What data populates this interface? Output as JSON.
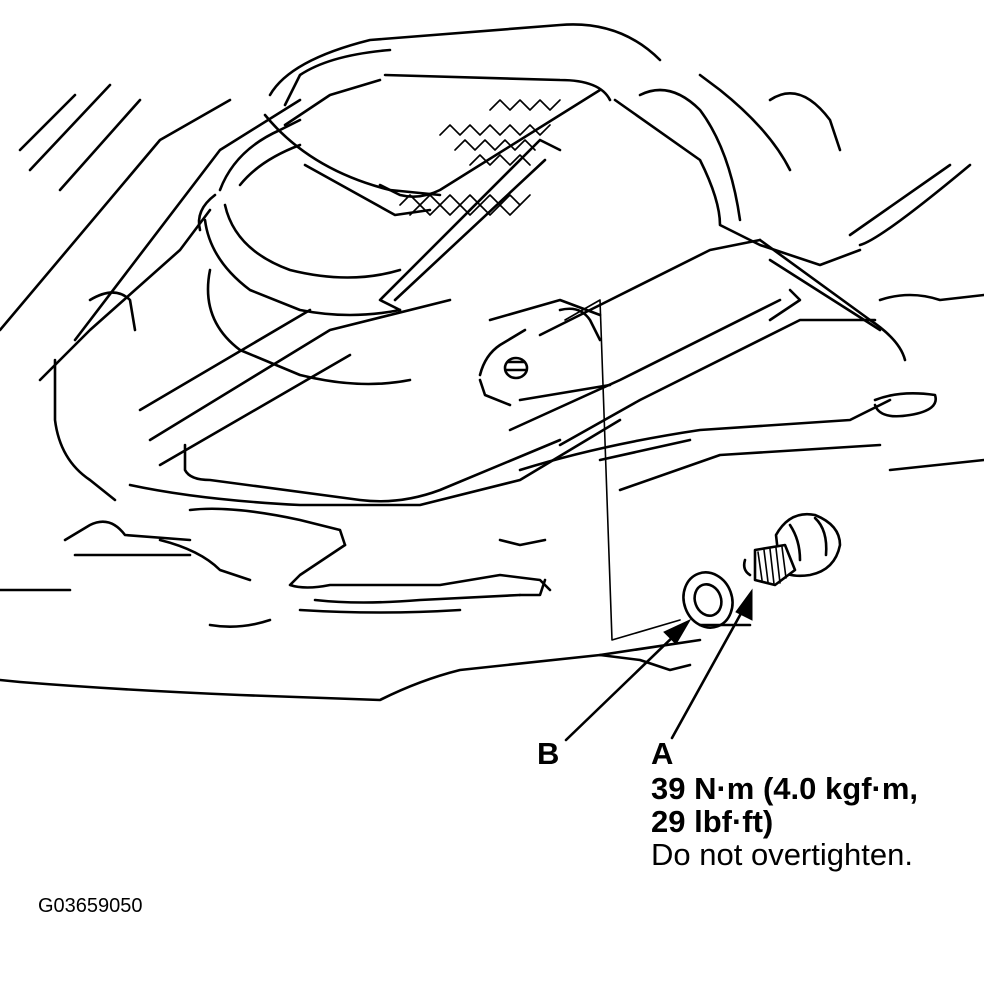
{
  "labels": {
    "b": "B",
    "a": "A",
    "a_spec_line1": "39 N·m (4.0 kgf·m,",
    "a_spec_line2": "29 lbf·ft)",
    "a_note": "Do not overtighten."
  },
  "figure_code": "G03659050"
}
